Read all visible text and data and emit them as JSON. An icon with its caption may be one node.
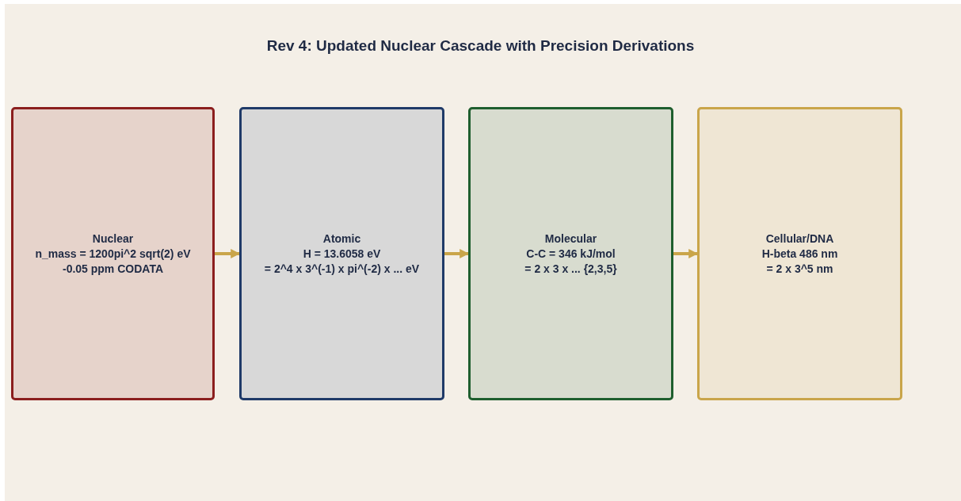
{
  "diagram": {
    "title": "Rev 4: Updated Nuclear Cascade with Precision Derivations",
    "nodes": [
      {
        "text": [
          "Nuclear",
          "n_mass = 1200pi^2 sqrt(2) eV",
          "-0.05 ppm CODATA"
        ]
      },
      {
        "text": [
          "Atomic",
          "H = 13.6058 eV",
          "= 2^4 x 3^(-1) x pi^(-2) x ... eV"
        ]
      },
      {
        "text": [
          "Molecular",
          "C-C = 346 kJ/mol",
          "= 2 x 3 x ... {2,3,5}"
        ]
      },
      {
        "text": [
          "Cellular/DNA",
          "H-beta 486 nm",
          "= 2 x 3^5 nm"
        ]
      }
    ],
    "edges": [
      {
        "from": 0,
        "to": 1,
        "arrow": "to"
      },
      {
        "from": 1,
        "to": 2,
        "arrow": "to"
      },
      {
        "from": 2,
        "to": 3,
        "arrow": "to"
      }
    ]
  }
}
